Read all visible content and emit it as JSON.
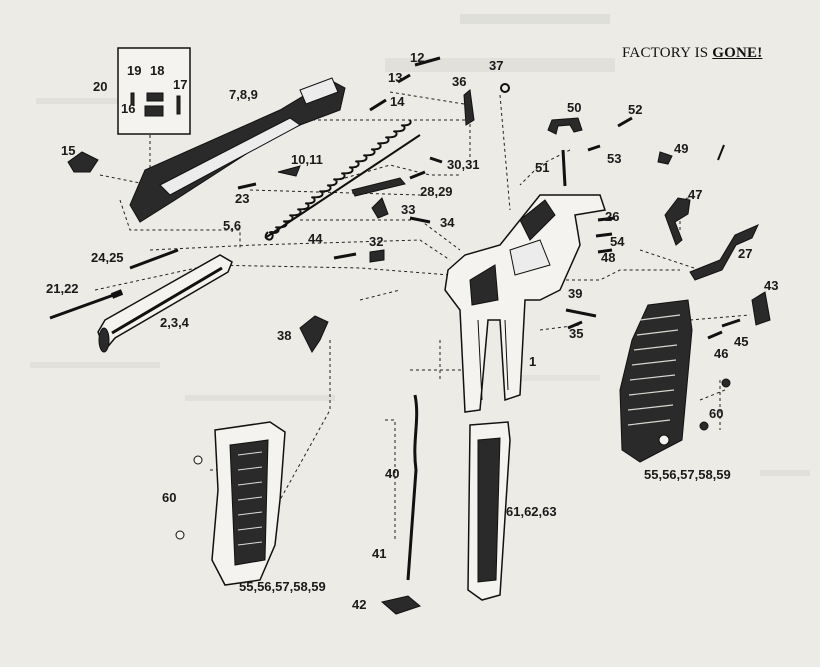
{
  "banner": {
    "prefix": "FACTORY IS ",
    "emphasis": "GONE!"
  },
  "callouts": {
    "c20": "20",
    "c19": "19",
    "c18": "18",
    "c17": "17",
    "c16": "16",
    "c789": "7,8,9",
    "c12": "12",
    "c13": "13",
    "c14": "14",
    "c36": "36",
    "c37": "37",
    "c50": "50",
    "c52": "52",
    "c53": "53",
    "c51": "51",
    "c49": "49",
    "c15": "15",
    "c1011": "10,11",
    "c3031": "30,31",
    "c2829": "28,29",
    "c23": "23",
    "c33": "33",
    "c34": "34",
    "c56": "5,6",
    "c44": "44",
    "c32": "32",
    "c26": "26",
    "c54": "54",
    "c48": "48",
    "c47": "47",
    "c27": "27",
    "c2425": "24,25",
    "c2122": "21,22",
    "c234": "2,3,4",
    "c39": "39",
    "c35": "35",
    "c43": "43",
    "c45": "45",
    "c46": "46",
    "c38": "38",
    "c1": "1",
    "c60a": "60",
    "c60b": "60",
    "c40": "40",
    "c616263": "61,62,63",
    "c41": "41",
    "c42": "42",
    "c5559a": "55,56,57,58,59",
    "c5559b": "55,56,57,58,59"
  }
}
